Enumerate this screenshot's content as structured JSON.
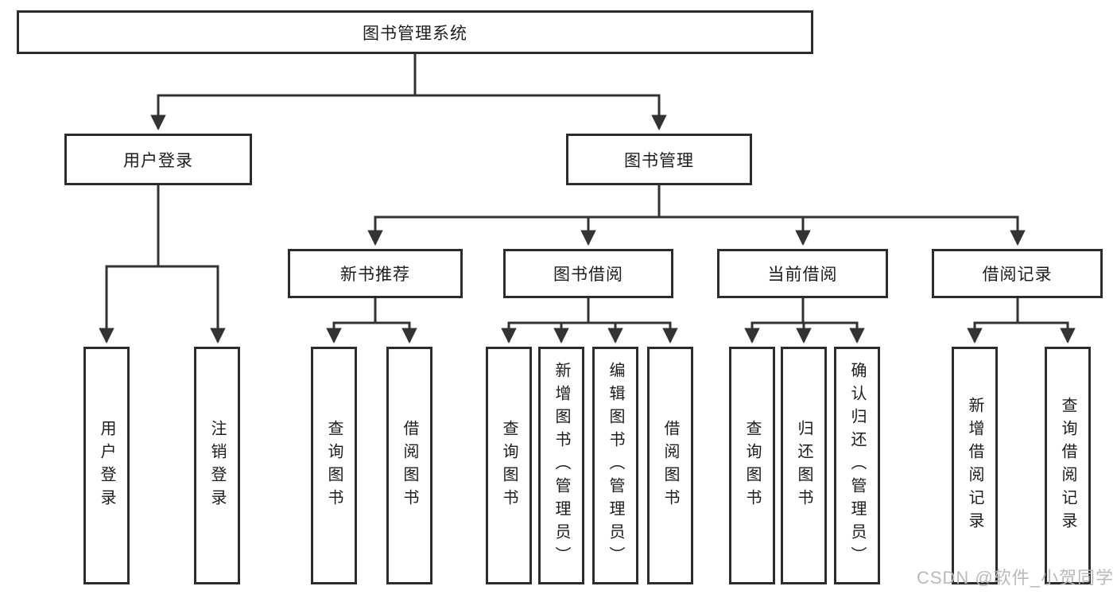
{
  "title": "图书管理系统",
  "modules": [
    {
      "label": "用户登录",
      "children": [
        {
          "label": "用户登录"
        },
        {
          "label": "注销登录"
        }
      ]
    },
    {
      "label": "图书管理",
      "children": [
        {
          "label": "新书推荐",
          "children": [
            {
              "label": "查询图书"
            },
            {
              "label": "借阅图书"
            }
          ]
        },
        {
          "label": "图书借阅",
          "children": [
            {
              "label": "查询图书"
            },
            {
              "label": "新增图书（管理员）"
            },
            {
              "label": "编辑图书（管理员）"
            },
            {
              "label": "借阅图书"
            }
          ]
        },
        {
          "label": "当前借阅",
          "children": [
            {
              "label": "查询图书"
            },
            {
              "label": "归还图书"
            },
            {
              "label": "确认归还（管理员）"
            }
          ]
        },
        {
          "label": "借阅记录",
          "children": [
            {
              "label": "新增借阅记录"
            },
            {
              "label": "查询借阅记录"
            }
          ]
        }
      ]
    }
  ],
  "watermark": "CSDN @软件_小贺同学",
  "colors": {
    "line": "#333333",
    "box_border": "#2d2d2d",
    "box_background": "#ffffff",
    "text": "#1c1c1c",
    "watermark": "#b9b9b9"
  }
}
